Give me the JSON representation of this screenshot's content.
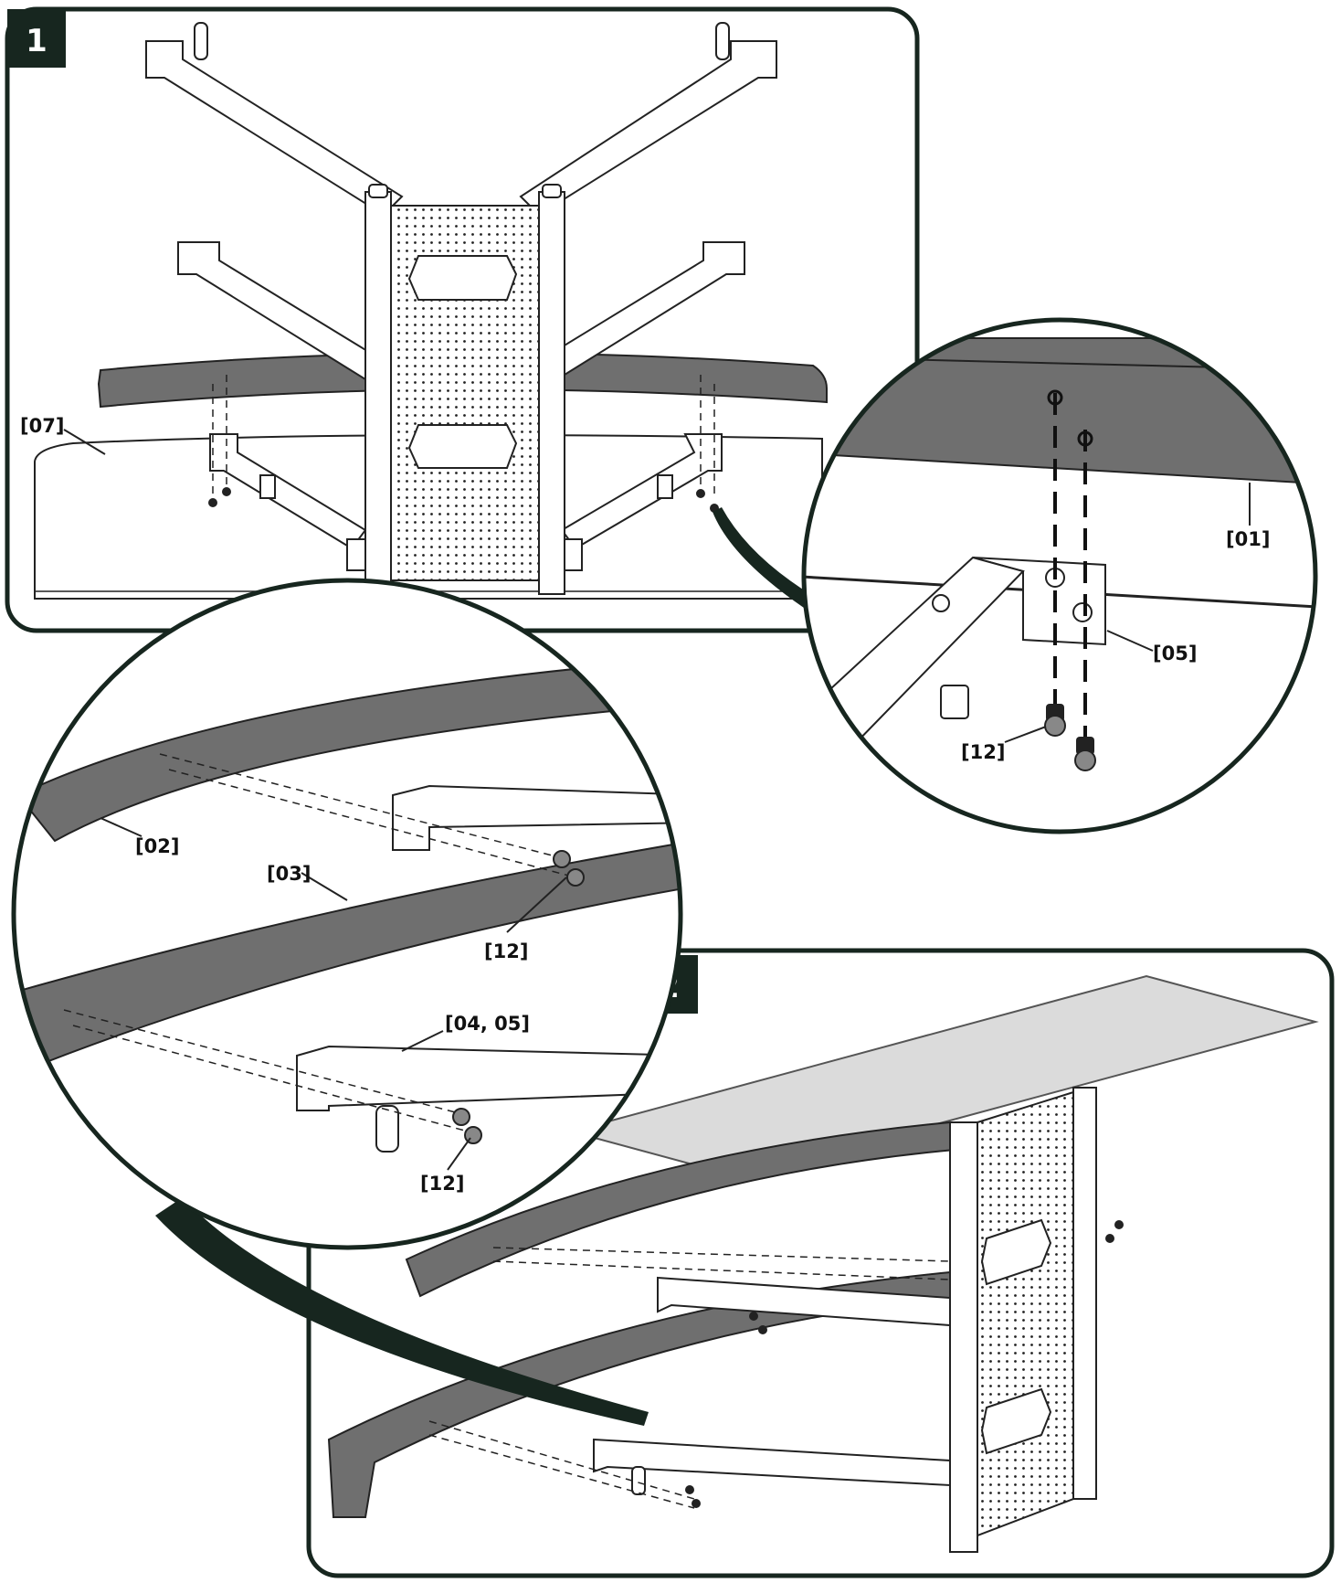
{
  "steps": [
    {
      "number": "1"
    },
    {
      "number": "2"
    }
  ],
  "callouts": {
    "step1_top": "[07]",
    "detail1_top": "[01]",
    "detail1_bracket": "[05]",
    "detail1_screw": "[12]",
    "detail2_rail_upper": "[02]",
    "detail2_rail_lower": "[03]",
    "detail2_screw_upper": "[12]",
    "detail2_arm": "[04, 05]",
    "detail2_screw_lower": "[12]"
  },
  "colors": {
    "frame": "#17261f",
    "step_badge": "#17261f",
    "rail": "#6f6f6f",
    "glass": "#bdbdbd"
  }
}
